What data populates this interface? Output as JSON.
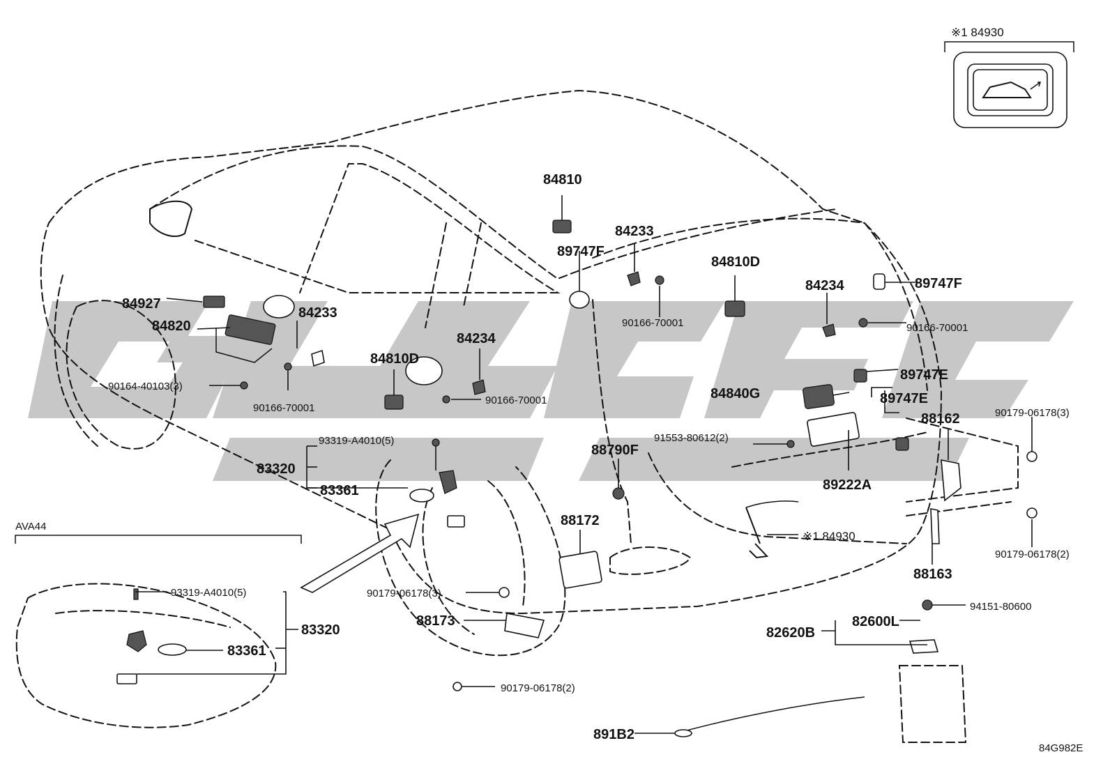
{
  "inset_title": "※1 84930",
  "variant_label": "AVA44",
  "diagram_code": "84G982E",
  "watermark_color": "#c7c7c7",
  "labels": {
    "p84810": "84810",
    "p89747F_a": "89747F",
    "p84233_a": "84233",
    "p84810D_a": "84810D",
    "p84234_a": "84234",
    "p89747F_b": "89747F",
    "p90166_a": "90166-70001",
    "p90166_b": "90166-70001",
    "p84927": "84927",
    "p84820": "84820",
    "p84233_b": "84233",
    "p90164": "90164-40103(3)",
    "p90166_c": "90166-70001",
    "p84810D_b": "84810D",
    "p84234_b": "84234",
    "p90166_d": "90166-70001",
    "p89747E_a": "89747E",
    "p84840G": "84840G",
    "p89747E_b": "89747E",
    "p88162": "88162",
    "p90179_a": "90179-06178(3)",
    "p91553": "91553-80612(2)",
    "p89222A": "89222A",
    "p93319_a": "93319-A4010(5)",
    "p83320_a": "83320",
    "p83361_a": "83361",
    "p88790F": "88790F",
    "p84930": "※1 84930",
    "p90179_b": "90179-06178(2)",
    "p88163": "88163",
    "p88172": "88172",
    "p90179_c": "90179-06178(3)",
    "p88173": "88173",
    "p90179_d": "90179-06178(2)",
    "p94151": "94151-80600",
    "p82600L": "82600L",
    "p82620B": "82620B",
    "p891B2": "891B2",
    "p93319_b": "93319-A4010(5)",
    "p83320_b": "83320",
    "p83361_b": "83361"
  }
}
